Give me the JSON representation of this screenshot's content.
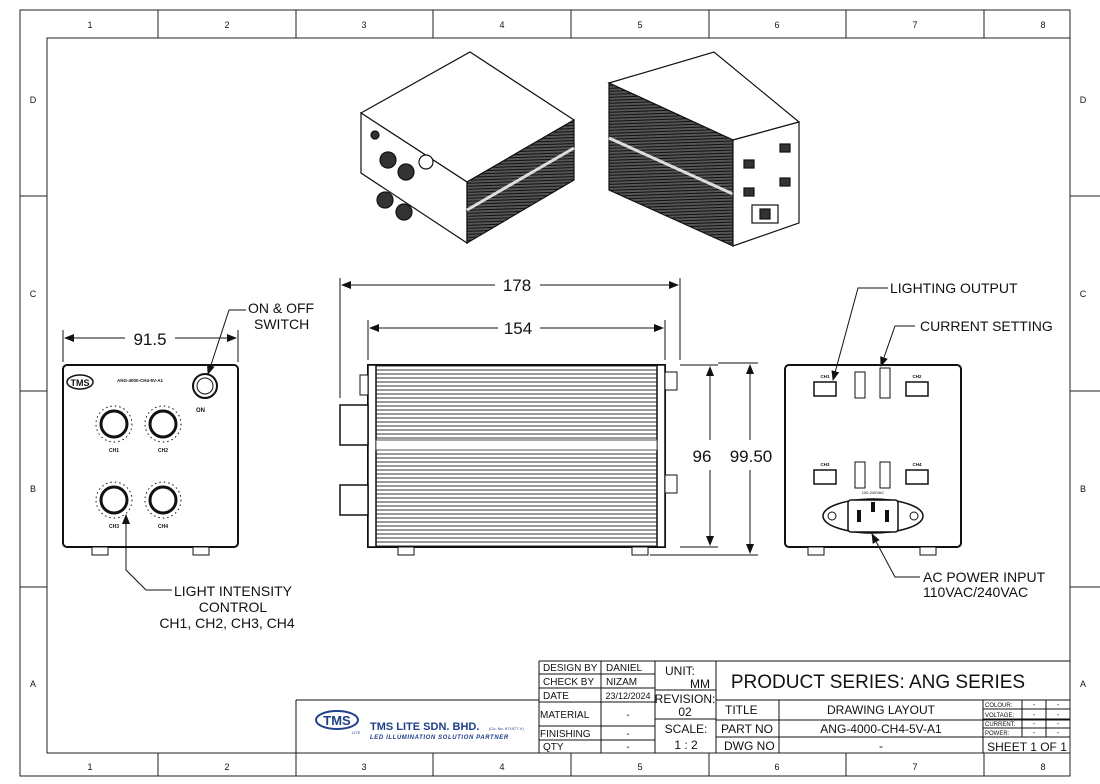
{
  "frame": {
    "columns": [
      "1",
      "2",
      "3",
      "4",
      "5",
      "6",
      "7",
      "8"
    ],
    "rows": [
      "D",
      "C",
      "B",
      "A"
    ]
  },
  "dimensions": {
    "front_width": "91.5",
    "side_length_overall": "178",
    "side_length_body": "154",
    "side_height_body": "96",
    "side_height_overall": "99.50"
  },
  "callouts": {
    "on_off": [
      "ON & OFF",
      "SWITCH"
    ],
    "light_intensity": [
      "LIGHT INTENSITY",
      "CONTROL",
      "CH1, CH2, CH3, CH4"
    ],
    "lighting_output": "LIGHTING OUTPUT",
    "current_setting": "CURRENT SETTING",
    "ac_power": [
      "AC POWER INPUT",
      "110VAC/240VAC"
    ]
  },
  "front_panel": {
    "logo": "TMS",
    "model": "ANG-4000-CH4-5V-A1",
    "switch_label": "ON",
    "knobs": [
      "CH1",
      "CH2",
      "CH3",
      "CH4"
    ]
  },
  "back_panel": {
    "outputs": [
      "CH1",
      "CH2",
      "CH3",
      "CH4"
    ],
    "power_label": "100-240VAC"
  },
  "title_block": {
    "design_by_label": "DESIGN BY",
    "design_by": "DANIEL",
    "check_by_label": "CHECK BY",
    "check_by": "NIZAM",
    "date_label": "DATE",
    "date": "23/12/2024",
    "material_label": "MATERIAL",
    "material": "-",
    "finishing_label": "FINISHING",
    "finishing": "-",
    "qty_label": "QTY",
    "qty": "-",
    "unit_label": "UNIT:",
    "unit": "MM",
    "revision_label": "REVISION:",
    "revision": "02",
    "scale_label": "SCALE:",
    "scale": "1 : 2",
    "product_series": "PRODUCT SERIES: ANG SERIES",
    "title_label": "TITLE",
    "title": "DRAWING LAYOUT",
    "part_no_label": "PART NO",
    "part_no": "ANG-4000-CH4-5V-A1",
    "dwg_no_label": "DWG NO",
    "dwg_no": "-",
    "colour_label": "COLOUR:",
    "voltage_label": "VOLTAGE:",
    "current_label": "CURRENT:",
    "power_label": "POWER:",
    "spec_value": "-",
    "sheet": "SHEET 1 OF 1",
    "company_logo": "TMS",
    "company_logo_sub": "LITE",
    "company_name": "TMS LITE SDN. BHD.",
    "company_reg": "(Co. No. 671977-V)",
    "company_tagline": "LED ILLUMINATION SOLUTION PARTNER"
  }
}
